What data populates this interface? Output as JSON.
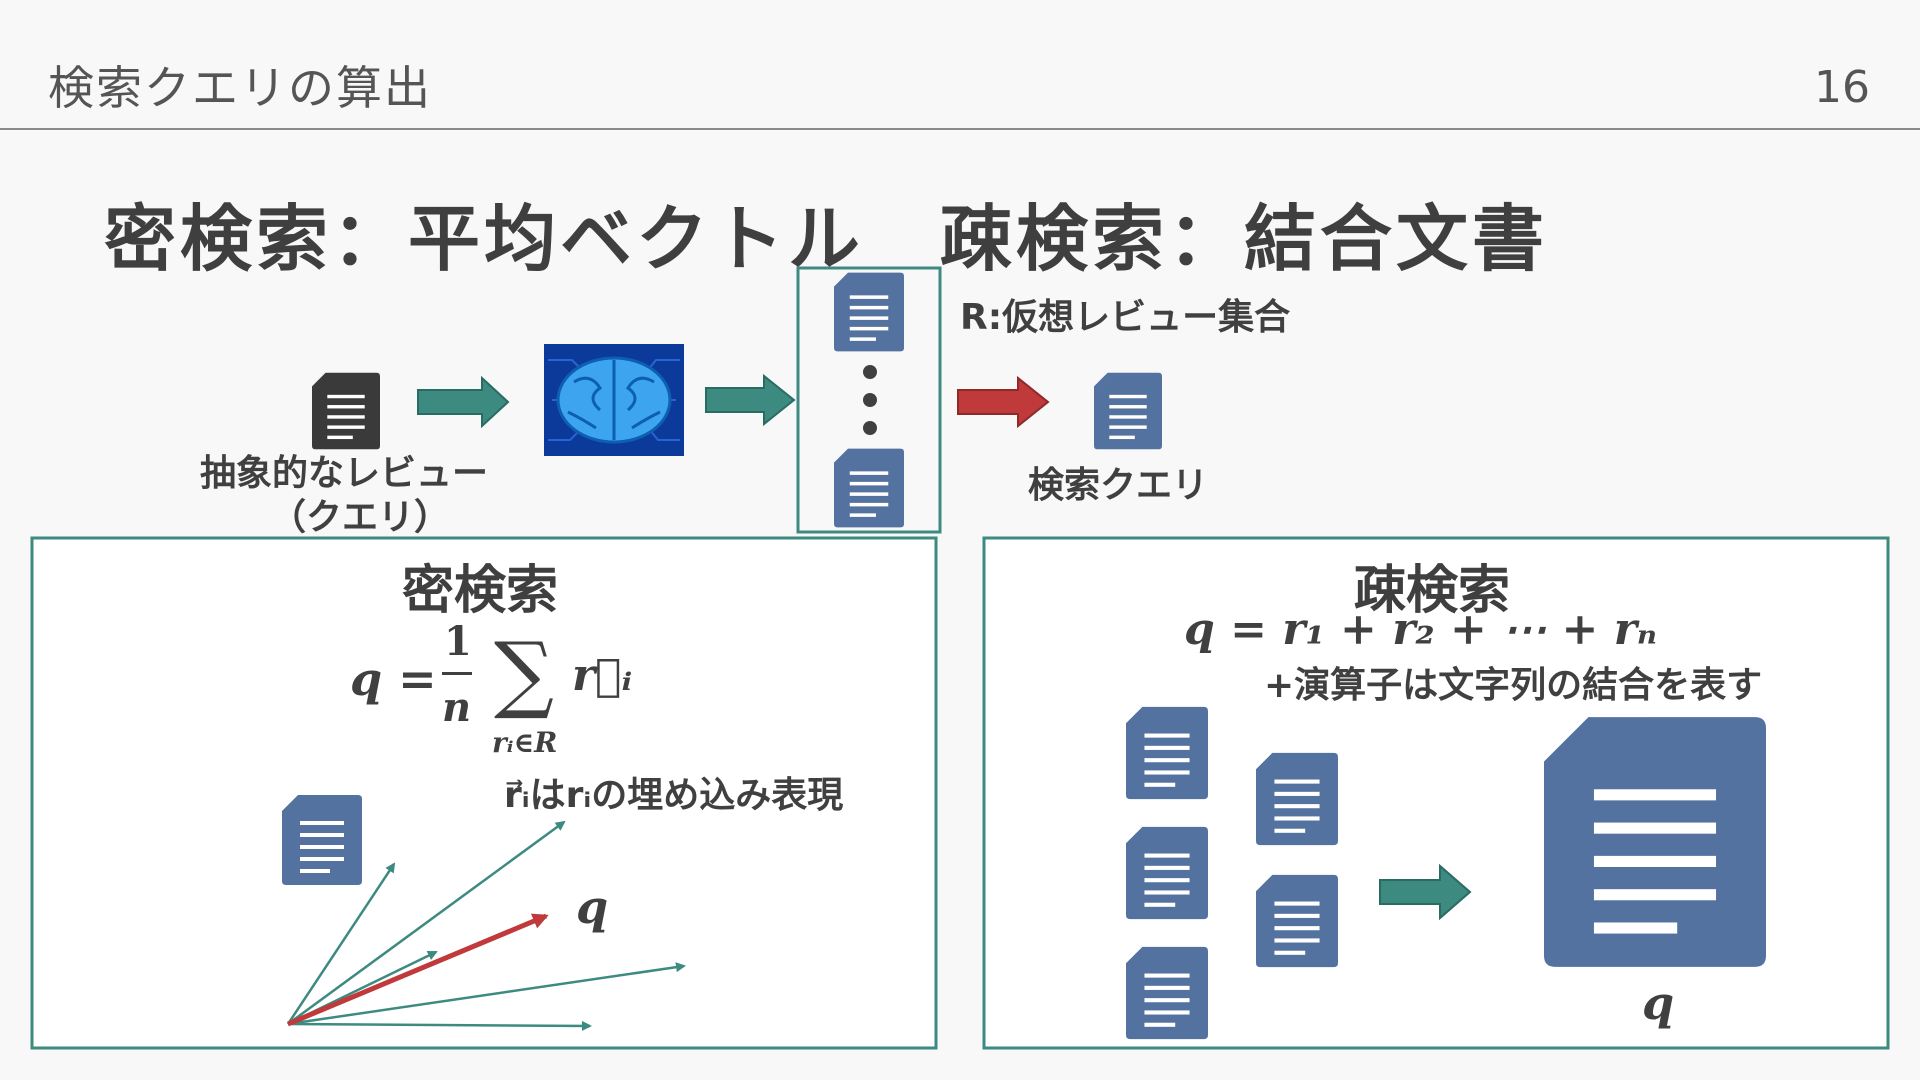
{
  "header": {
    "title": "検索クエリの算出",
    "page_number": "16"
  },
  "headline": "密検索：平均ベクトル　疎検索：結合文書",
  "pipeline": {
    "query_label_line1": "抽象的なレビュー",
    "query_label_line2": "（クエリ）",
    "set_label": "R:仮想レビュー集合",
    "output_label": "検索クエリ",
    "colors": {
      "teal_arrow": "#3d8a80",
      "red_arrow": "#c0393b",
      "doc_blue": "#5472a0",
      "doc_dark": "#3a3a3a",
      "brain": "#1f88d8"
    }
  },
  "dense": {
    "title": "密検索",
    "formula_lhs": "q =",
    "formula_num": "1",
    "formula_den": "n",
    "formula_sum": "∑",
    "formula_sub": "rᵢ∈R",
    "formula_vec": "r⃗ᵢ",
    "note": "r⃗ᵢはrᵢの埋め込み表現",
    "q_label": "q"
  },
  "sparse": {
    "title": "疎検索",
    "formula": "q = r₁ + r₂ + ⋯ + rₙ",
    "note": "+演算子は文字列の結合を表す",
    "q_label": "q"
  }
}
